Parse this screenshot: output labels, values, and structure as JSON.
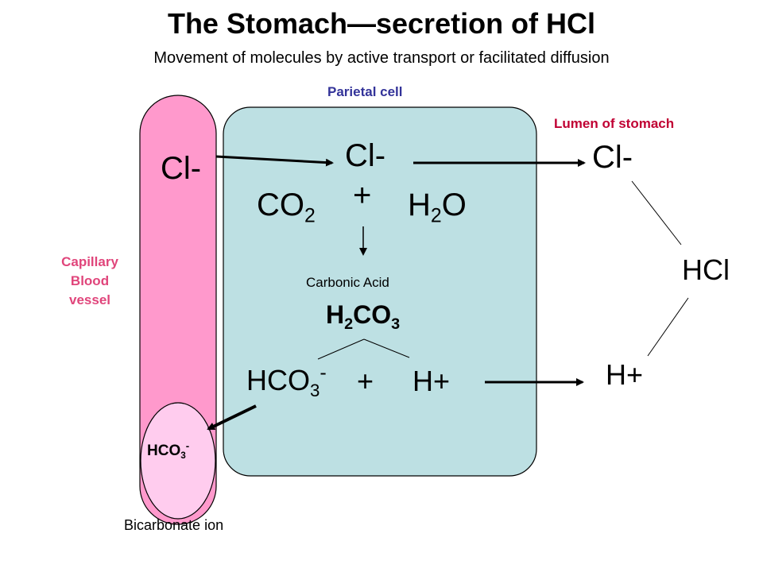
{
  "title": "The Stomach—secretion of HCl",
  "subtitle": "Movement of molecules by active transport or facilitated diffusion",
  "labels": {
    "parietal_cell": "Parietal cell",
    "lumen": "Lumen of stomach",
    "capillary_line1": "Capillary",
    "capillary_line2": "Blood",
    "capillary_line3": "vessel",
    "bicarbonate_ion": "Bicarbonate ion",
    "carbonic_acid": "Carbonic Acid"
  },
  "species": {
    "cl_blood": "Cl-",
    "cl_cell": "Cl-",
    "cl_lumen": "Cl-",
    "plus_top": "+",
    "co2_base": "CO",
    "co2_sub": "2",
    "h2o_h": "H",
    "h2o_sub": "2",
    "h2o_o": "O",
    "h2co3_h": "H",
    "h2co3_sub1": "2",
    "h2co3_co": "CO",
    "h2co3_sub2": "3",
    "hco3_base": "HCO",
    "hco3_sub": "3",
    "hco3_sup": "-",
    "plus_bottom": "+",
    "h_cell": "H+",
    "h_lumen": "H+",
    "hcl": "HCl",
    "hco3_blood_base": "HCO",
    "hco3_blood_sub": "3",
    "hco3_blood_sup": "-"
  },
  "colors": {
    "capillary": "#ff99cc",
    "bicarbonate_bulb": "#ffccee",
    "parietal_cell": "#bde0e3",
    "outline": "#000000"
  }
}
